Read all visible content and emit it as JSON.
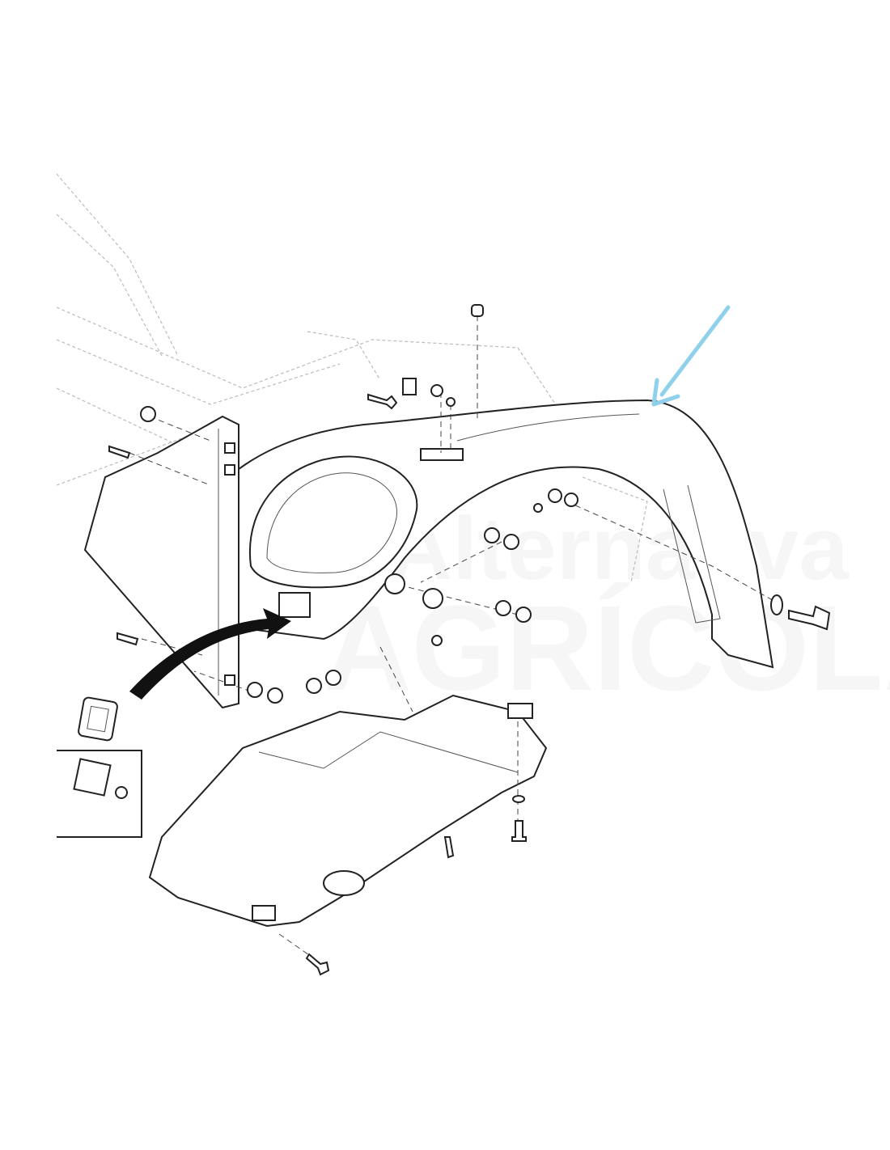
{
  "watermark": {
    "line1": "Alternativa",
    "line2": "AGRÍCOLA"
  },
  "colors": {
    "arrow_highlight": "#8fd0ea",
    "line": "#222222",
    "callout_arrow": "#111111"
  },
  "diagram": {
    "subject": "rear-fender-exploded-view"
  }
}
